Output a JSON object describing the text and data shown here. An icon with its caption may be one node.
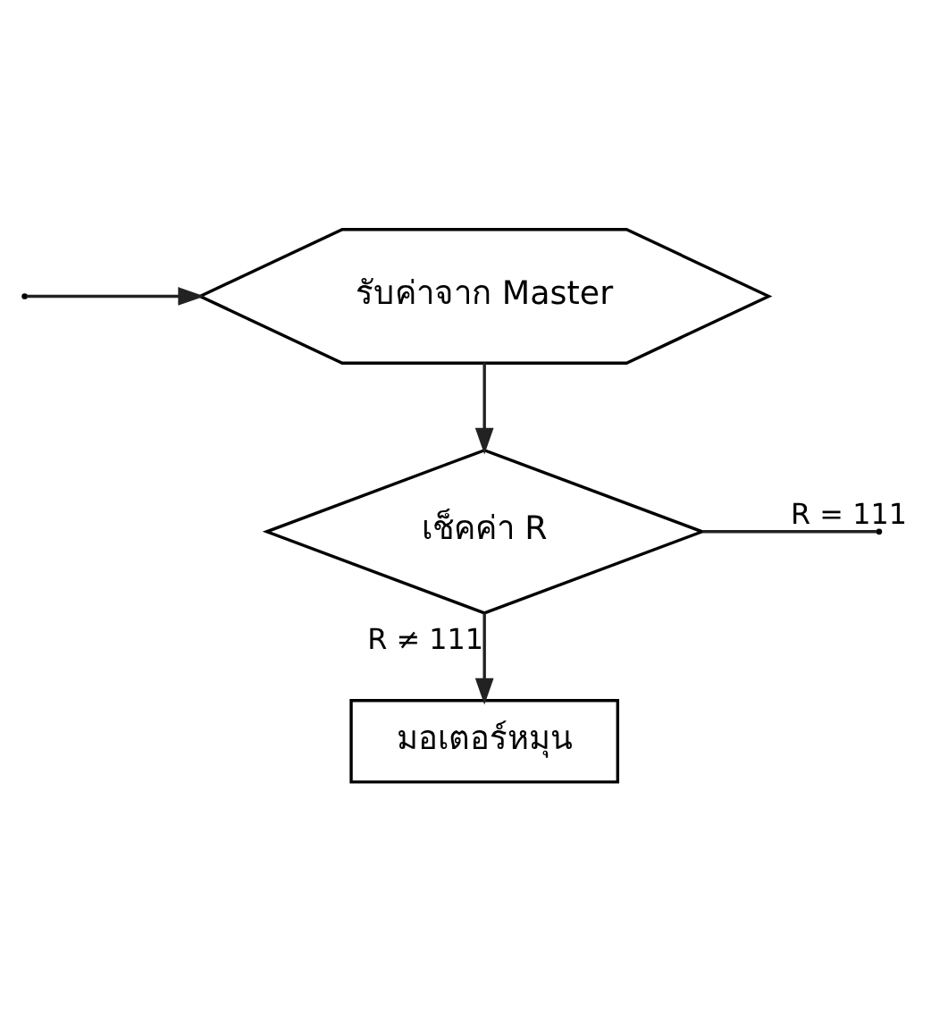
{
  "diagram": {
    "nodes": [
      {
        "text": [
          "รับค่าจาก Master"
        ]
      },
      {
        "text": [
          "เช็คค่า R"
        ]
      },
      {
        "text": [
          "มอเตอร์หมุน"
        ]
      }
    ],
    "edges": [
      {
        "from": 0,
        "to": 1,
        "arrow": "to"
      },
      {
        "from": 1,
        "to": null,
        "arrow": "none",
        "label": "R = 111"
      },
      {
        "from": 1,
        "to": 2,
        "arrow": "to",
        "label": "R ≠ 111"
      },
      {
        "from": null,
        "to": 0,
        "arrow": "to"
      }
    ]
  }
}
